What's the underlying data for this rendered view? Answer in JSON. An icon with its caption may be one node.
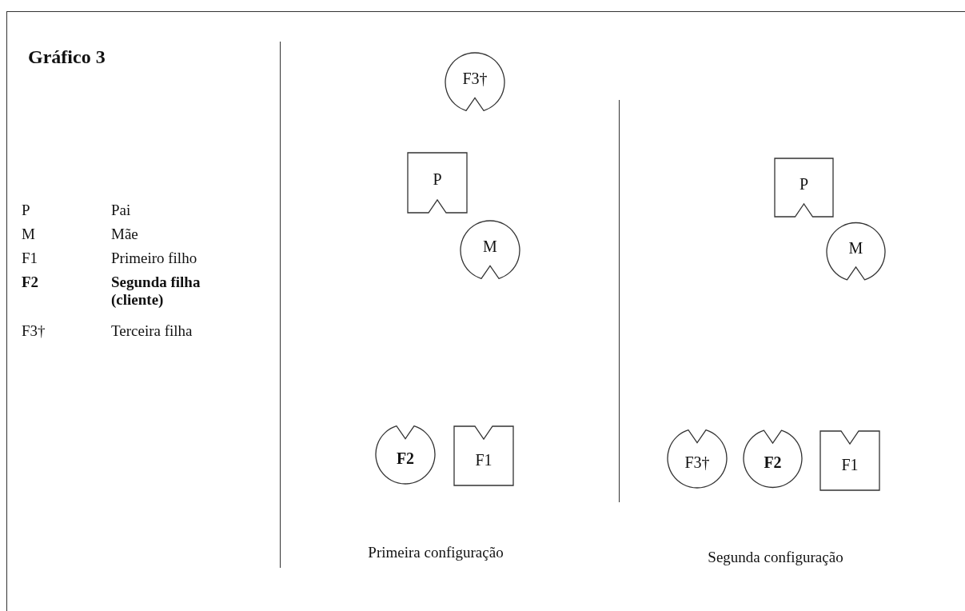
{
  "diagram": {
    "title": "Gráfico 3",
    "nodes": [
      {
        "text": [
          "F3†"
        ]
      },
      {
        "text": [
          "P"
        ]
      },
      {
        "text": [
          "M"
        ]
      },
      {
        "text": [
          "F2"
        ]
      },
      {
        "text": [
          "F1"
        ]
      },
      {
        "text": [
          "P"
        ]
      },
      {
        "text": [
          "M"
        ]
      },
      {
        "text": [
          "F3†"
        ]
      },
      {
        "text": [
          "F2"
        ]
      },
      {
        "text": [
          "F1"
        ]
      }
    ],
    "edges": [],
    "labels": [
      "P",
      "Pai",
      "M",
      "Mãe",
      "F1",
      "Primeiro filho",
      "F2",
      "Segunda filha (cliente)",
      "F3†",
      "Terceira filha",
      "Primeira configuração",
      "Segunda configuração"
    ]
  }
}
